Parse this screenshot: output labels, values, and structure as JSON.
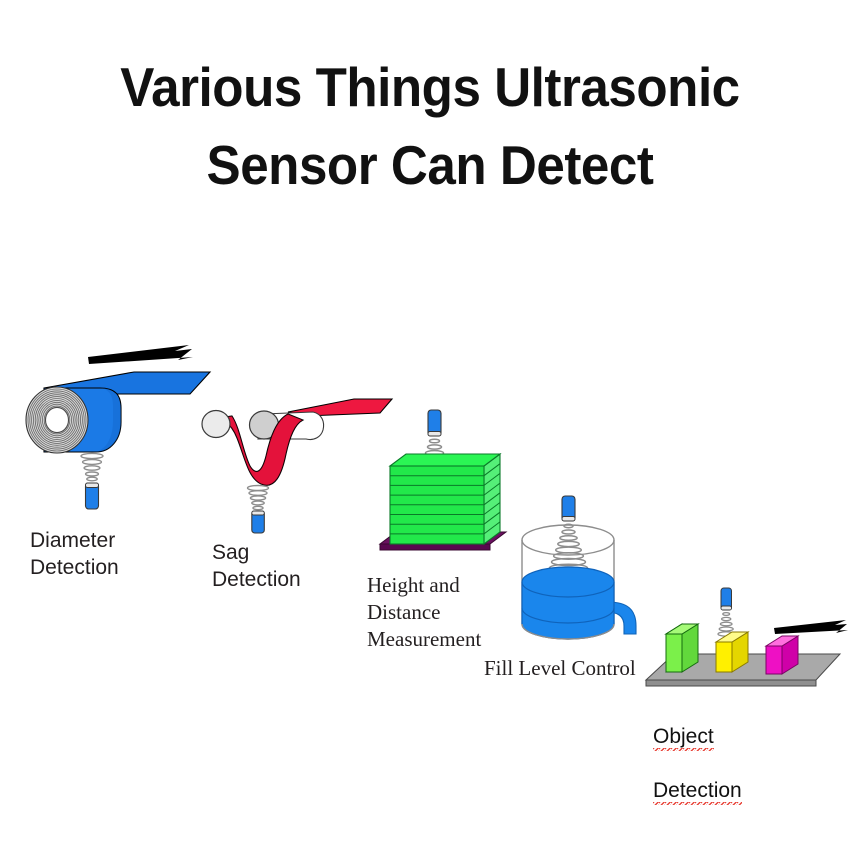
{
  "title": {
    "text": "Various Things Ultrasonic\nSensor Can Detect"
  },
  "palette": {
    "background": "#ffffff",
    "text": "#231f20",
    "sensor_blue": "#1f7fe8",
    "web_blue": "#1874e0",
    "web_red": "#ee1840",
    "stack_green": "#22e84a",
    "stack_green_top": "#2bf554",
    "stack_base_purple": "#6b1060",
    "liquid_blue": "#1a86ec",
    "box_green": "#7bf04a",
    "box_yellow": "#fff000",
    "box_magenta": "#ee10c4",
    "conveyor_gray": "#a9a9a9",
    "roller_gray": "#e8e8e8",
    "wave_gray": "#9a9a9a",
    "arrow_black": "#000000",
    "spellcheck_red": "#e8443a"
  },
  "diagrams": [
    {
      "id": "diameter-detection",
      "label": "Diameter\nDetection",
      "label_font": "sans",
      "elements": [
        "material-roll",
        "blue-web-sheet",
        "direction-arrow",
        "ultrasonic-sensor",
        "sound-wave-cone"
      ],
      "sensor_position": "below",
      "wave_direction": "up"
    },
    {
      "id": "sag-detection",
      "label": "Sag\nDetection",
      "label_font": "sans",
      "elements": [
        "left-roller",
        "right-roller",
        "red-web-sag",
        "ultrasonic-sensor",
        "sound-wave-cone"
      ],
      "sensor_position": "below",
      "wave_direction": "up"
    },
    {
      "id": "height-distance-measurement",
      "label": "Height and\nDistance\nMeasurement",
      "label_font": "serif",
      "elements": [
        "green-sheet-stack",
        "purple-pallet-base",
        "ultrasonic-sensor",
        "sound-wave-cone"
      ],
      "sensor_position": "above",
      "wave_direction": "down",
      "stack_layers": 8
    },
    {
      "id": "fill-level-control",
      "label": "Fill Level Control",
      "label_font": "serif",
      "elements": [
        "glass-tank",
        "blue-liquid",
        "outlet-spout",
        "ultrasonic-sensor",
        "sound-wave-cone"
      ],
      "sensor_position": "above",
      "wave_direction": "down",
      "fill_percent": 60
    },
    {
      "id": "object-detection",
      "label": "Object Detection",
      "label_font": "spell",
      "label_words": [
        "Object",
        "Detection"
      ],
      "spellcheck_underline": true,
      "elements": [
        "conveyor-belt",
        "green-box",
        "yellow-box",
        "magenta-box",
        "direction-arrow",
        "ultrasonic-sensor",
        "sound-wave-cone"
      ],
      "sensor_position": "above",
      "wave_direction": "down",
      "box_count": 3
    }
  ]
}
